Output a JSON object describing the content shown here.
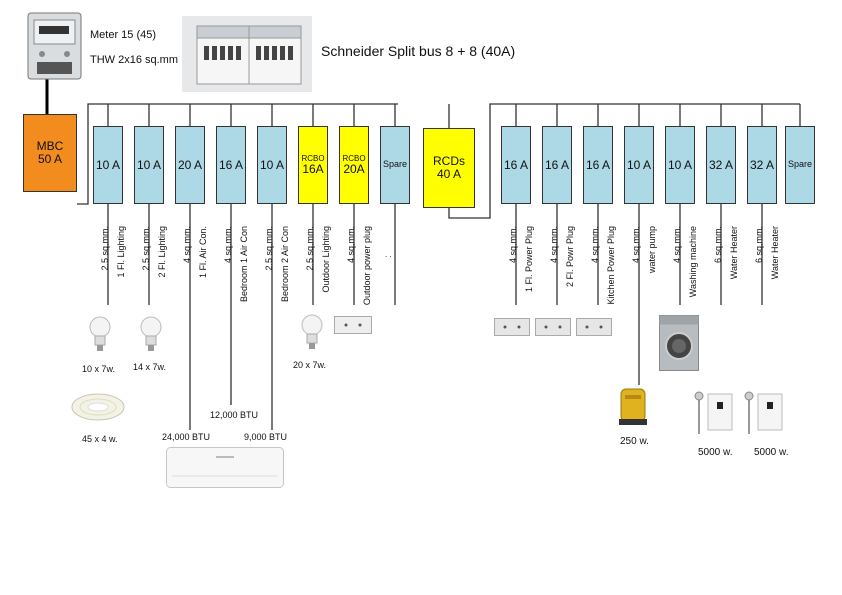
{
  "meter": {
    "line1": "Meter 15 (45)",
    "line2": "THW 2x16 sq.mm"
  },
  "panel_title": "Schneider Split bus 8 + 8 (40A)",
  "mbc": {
    "line1": "MBC",
    "line2": "50 A"
  },
  "rcd": {
    "line1": "RCDs",
    "line2": "40 A"
  },
  "left_breakers": [
    {
      "label": "10 A",
      "cable": "2.5 sq.mm.",
      "load": "1 Fl. Lighting"
    },
    {
      "label": "10 A",
      "cable": "2.5 sq.mm.",
      "load": "2 Fl. Lighting"
    },
    {
      "label": "20 A",
      "cable": "4 sq.mm.",
      "load": "1 Fl. Air Con."
    },
    {
      "label": "16 A",
      "cable": "4 sq.mm.",
      "load": "Bedroom 1  Air Con"
    },
    {
      "label": "10 A",
      "cable": "2.5 sq.mm.",
      "load": "Bedroom 2  Air Con"
    },
    {
      "top": "RCBO",
      "label": "16A",
      "cable": "2.5 sq.mm.",
      "load": "Outdoor  Lighting"
    },
    {
      "top": "RCBO",
      "label": "20A",
      "cable": "4 sq.mm.",
      "load": "Outdoor power plug"
    },
    {
      "label": "Spare"
    }
  ],
  "right_breakers": [
    {
      "label": "16 A",
      "cable": "4 sq.mm.",
      "load": "1 Fl. Power Plug"
    },
    {
      "label": "16 A",
      "cable": "4 sq.mm.",
      "load": "2 Fl. Powr Plug"
    },
    {
      "label": "16 A",
      "cable": "4 sq.mm.",
      "load": "Kitchen Power Plug"
    },
    {
      "label": "10 A",
      "cable": "4 sq.mm.",
      "load": "water pump"
    },
    {
      "label": "10 A",
      "cable": "4 sq.mm.",
      "load": "Washing machine"
    },
    {
      "label": "32 A",
      "cable": "6 sq.mm.",
      "load": "Water Heater"
    },
    {
      "label": "32 A",
      "cable": "6 sq.mm.",
      "load": "Water Heater"
    },
    {
      "label": "Spare"
    }
  ],
  "dots": ".        .",
  "annotations": {
    "bulb1": "10 x 7w.",
    "bulb2": "14 x 7w.",
    "led_strip": "45 x 4 w.",
    "outdoor_bulb": "20 x 7w.",
    "btu_12000": "12,000 BTU",
    "btu_24000": "24,000 BTU",
    "btu_9000": "9,000 BTU",
    "pump": "250 w.",
    "heater1": "5000 w.",
    "heater2": "5000 w."
  }
}
